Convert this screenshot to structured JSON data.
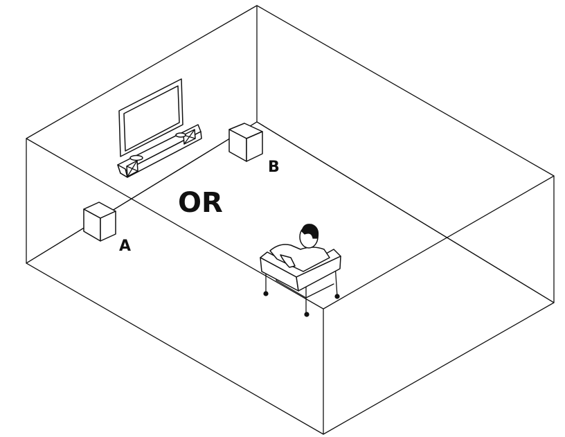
{
  "labels": {
    "speaker_a": "A",
    "speaker_b": "B",
    "separator": "OR"
  },
  "colors": {
    "line": "#111111",
    "background": "#ffffff"
  }
}
